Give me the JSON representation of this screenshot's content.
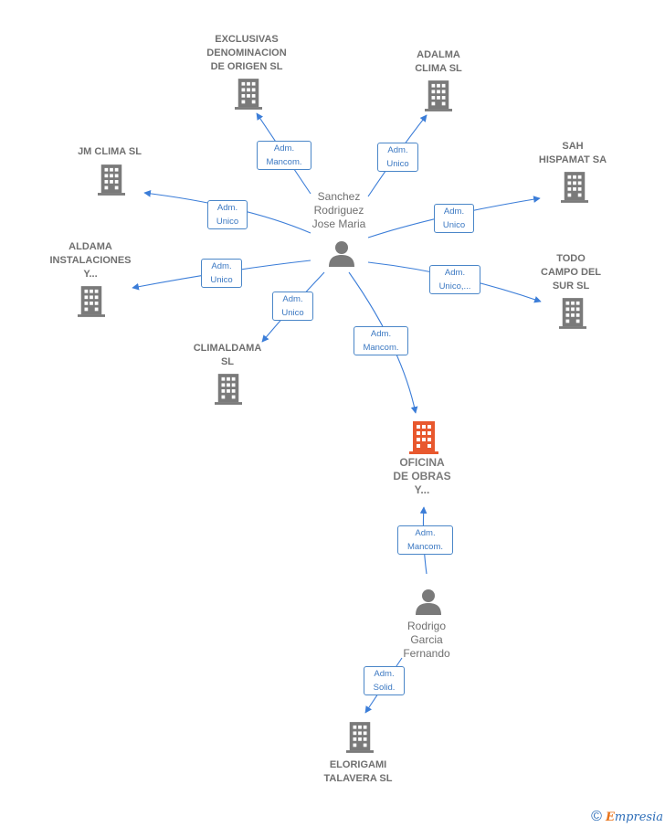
{
  "people": {
    "sanchez": {
      "label": "Sanchez\nRodriguez\nJose Maria"
    },
    "rodrigo": {
      "label": "Rodrigo\nGarcia\nFernando"
    }
  },
  "companies": {
    "exclusivas": {
      "label": "EXCLUSIVAS\nDENOMINACION\nDE ORIGEN SL"
    },
    "adalma": {
      "label": "ADALMA\nCLIMA  SL"
    },
    "jmclima": {
      "label": "JM CLIMA  SL"
    },
    "sah": {
      "label": "SAH\nHISPAMAT SA"
    },
    "aldama": {
      "label": "ALDAMA\nINSTALACIONES\nY..."
    },
    "todo": {
      "label": "TODO\nCAMPO DEL\nSUR SL"
    },
    "climaldama": {
      "label": "CLIMALDAMA\nSL"
    },
    "oficina": {
      "label": "OFICINA\nDE OBRAS\nY..."
    },
    "elorigami": {
      "label": "ELORIGAMI\nTALAVERA  SL"
    }
  },
  "relations": {
    "exclusivas": "Adm.\nMancom.",
    "adalma": "Adm.\nUnico",
    "jmclima": "Adm.\nUnico",
    "sah": "Adm.\nUnico",
    "aldama": "Adm.\nUnico",
    "todo": "Adm.\nUnico,...",
    "climaldama": "Adm.\nUnico",
    "oficina_sanchez": "Adm.\nMancom.",
    "oficina_rodrigo": "Adm.\nMancom.",
    "elorigami": "Adm.\nSolid."
  },
  "colors": {
    "edge": "#3b7dd8",
    "building": "#7a7a7a",
    "highlight": "#e8582e",
    "person": "#7a7a7a"
  },
  "icons": {
    "company": "building-icon",
    "person": "person-icon"
  },
  "footer": {
    "symbol": "©",
    "brand_initial": "E",
    "brand_rest": "mpresia"
  }
}
